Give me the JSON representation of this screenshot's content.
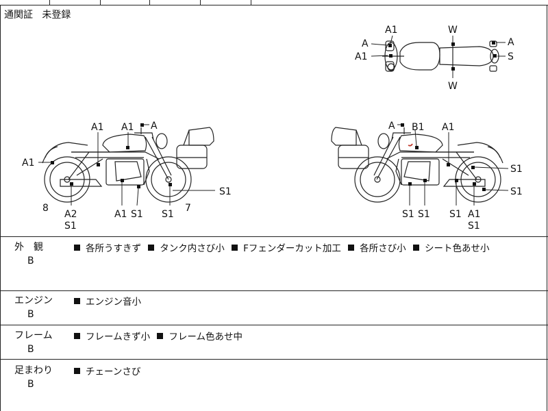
{
  "header": {
    "customs_label": "通関証",
    "customs_status": "未登録"
  },
  "diagram": {
    "top_view": {
      "labels": [
        "A1",
        "W",
        "A",
        "A",
        "A1",
        "S",
        "W"
      ]
    },
    "left_view": {
      "labels": [
        "A1",
        "A1",
        "A",
        "A1",
        "8",
        "A2",
        "S1",
        "A1",
        "S1",
        "S1",
        "S1",
        "7"
      ]
    },
    "right_view": {
      "labels": [
        "A",
        "B1",
        "A1",
        "S1",
        "S1",
        "S1",
        "S1",
        "S1",
        "A1",
        "S1"
      ]
    }
  },
  "sections": [
    {
      "title": "外　観",
      "grade": "B",
      "items": [
        "各所うすきず",
        "タンク内さび小",
        "Fフェンダーカット加工",
        "各所さび小",
        "シート色あせ小"
      ]
    },
    {
      "title": "エンジン",
      "grade": "B",
      "items": [
        "エンジン音小"
      ]
    },
    {
      "title": "フレーム",
      "grade": "B",
      "items": [
        "フレームきず小",
        "フレーム色あせ中"
      ]
    },
    {
      "title": "足まわり",
      "grade": "B",
      "items": [
        "チェーンさび"
      ]
    }
  ]
}
